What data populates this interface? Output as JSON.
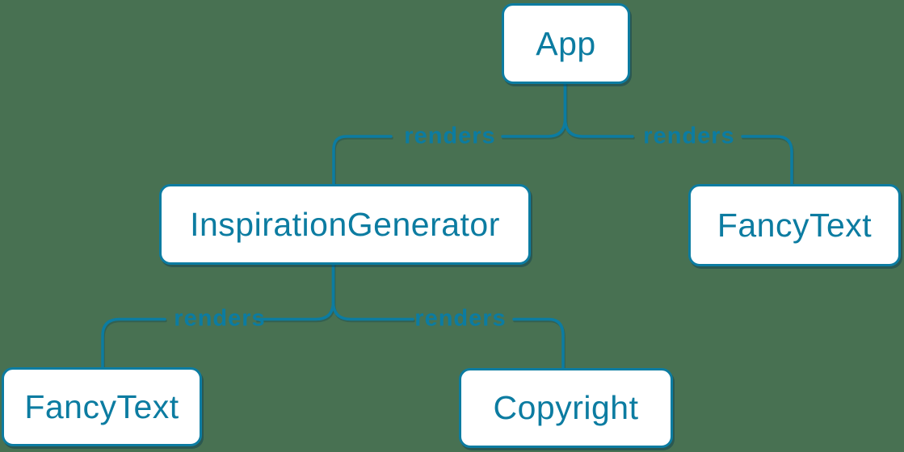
{
  "colors": {
    "background": "#487152",
    "accent": "#0c7ca1",
    "node_fill": "#ffffff"
  },
  "diagram": {
    "type": "render-tree",
    "nodes": {
      "app": {
        "label": "App"
      },
      "inspiration_generator": {
        "label": "InspirationGenerator"
      },
      "fancy_text_top": {
        "label": "FancyText"
      },
      "fancy_text_bottom": {
        "label": "FancyText"
      },
      "copyright": {
        "label": "Copyright"
      }
    },
    "edges": [
      {
        "from": "App",
        "to": "InspirationGenerator",
        "label": "renders"
      },
      {
        "from": "App",
        "to": "FancyText",
        "label": "renders"
      },
      {
        "from": "InspirationGenerator",
        "to": "FancyText",
        "label": "renders"
      },
      {
        "from": "InspirationGenerator",
        "to": "Copyright",
        "label": "renders"
      }
    ]
  }
}
